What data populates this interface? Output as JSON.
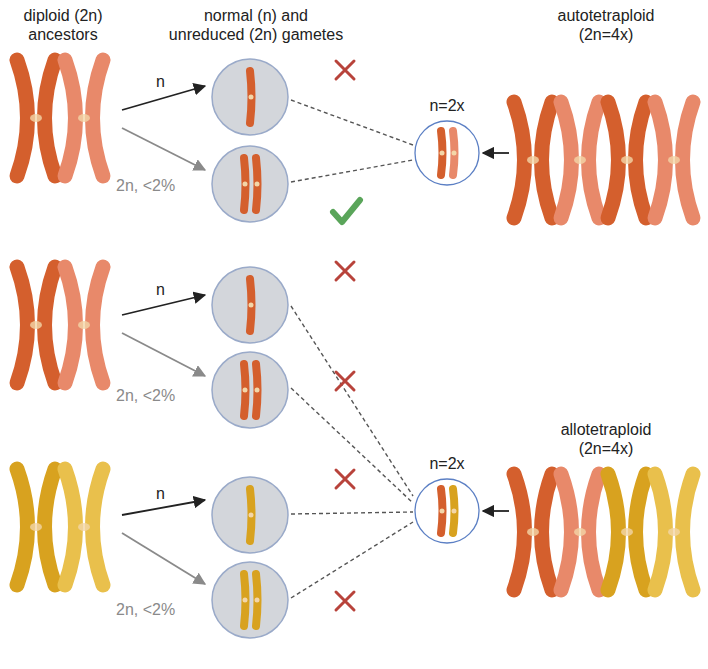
{
  "diagram": {
    "nodes": [
      {
        "text": [
          "autotetraploid (2n=4x)"
        ]
      },
      {
        "text": [
          "n=2x"
        ]
      },
      {
        "text": [
          "allotetraploid (2n=4x)"
        ]
      },
      {
        "text": [
          "n=2x"
        ]
      }
    ],
    "edges": [
      {
        "from": 0,
        "to": 1,
        "arrow": "to"
      },
      {
        "from": 2,
        "to": 3,
        "arrow": "to"
      }
    ],
    "labels": [
      "diploid (2n) ancestors",
      "normal (n) and unreduced (2n) gametes",
      "n",
      "2n, <2%",
      "n",
      "2n, <2%",
      "n",
      "2n, <2%"
    ]
  }
}
